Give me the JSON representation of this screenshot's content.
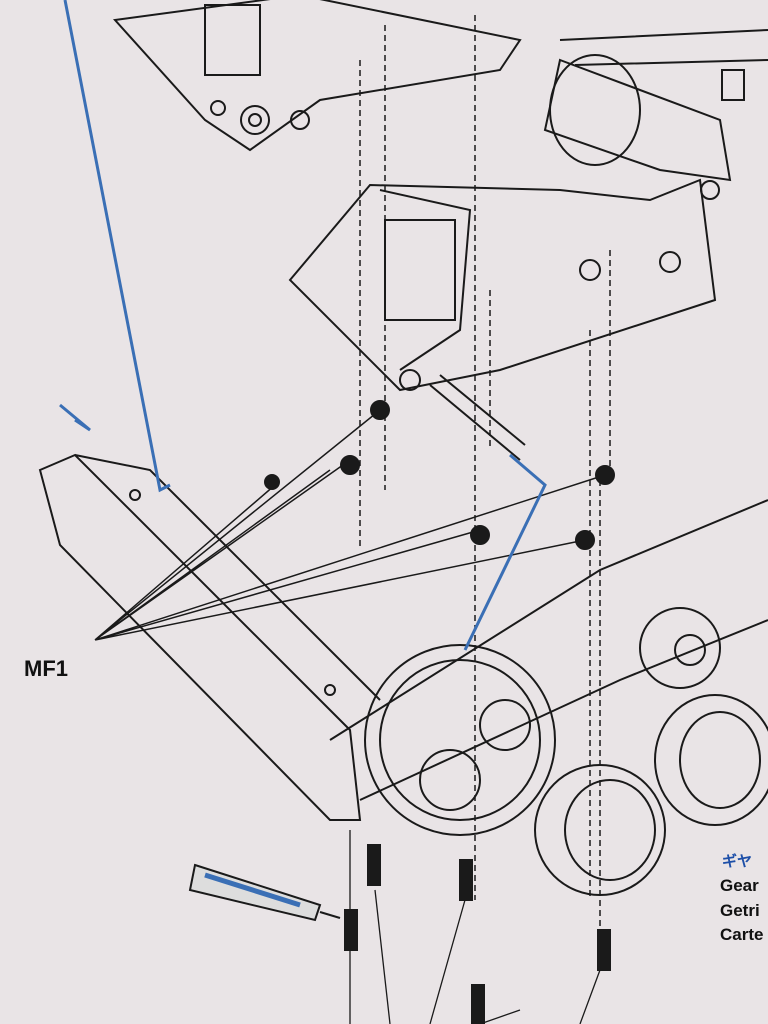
{
  "labels": {
    "part_callout": "MF1",
    "grease_jp": "ギヤ",
    "grease_en": "Gear",
    "grease_de": "Getri",
    "grease_it": "Carte"
  },
  "colors": {
    "paper": "#e9e4e6",
    "line": "#1a1a1a",
    "accent_blue": "#3a6fb5"
  }
}
